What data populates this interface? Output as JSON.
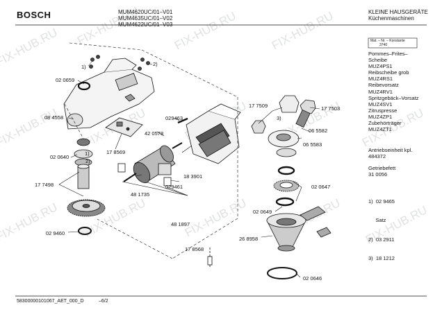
{
  "header": {
    "brand": "BOSCH",
    "models": [
      "MUM4620UC/01–V01",
      "MUM4635UC/01–V02",
      "MUM4622UC/01–V03"
    ],
    "category_line1": "KLEINE HAUSGERÄTE",
    "category_line2": "Küchenmaschinen"
  },
  "mat_box": {
    "line1": "Mat. – Nr. – Konstante",
    "line2": "3740"
  },
  "sidebar": {
    "accessories": [
      "Pommes–Frites–",
      "Scheibe",
      "MUZ4PS1",
      "Reibscheibe grob",
      "MUZ4RS1",
      "Reibevorsatz",
      "MUZ4RV1",
      "Spritzgebäck–Vorsatz",
      "MUZ4SV1",
      "Zitruspresse",
      "MUZ4ZP1",
      "Zubehörträger",
      "MUZ4ZT1"
    ],
    "drive_unit": [
      "Antriebseinheit kpl.",
      "484372"
    ],
    "gearbox": [
      "Getriebefett",
      "31 0056"
    ],
    "notes": [
      "1)  02 9465",
      "     Satz",
      "2)  03 2911",
      "3)  18 1212"
    ]
  },
  "labels": {
    "l020659": "02 0659",
    "l084558": "08 4558",
    "l020640": "02 0640",
    "l177498": "17 7498",
    "l029460": "02 9460",
    "l178569": "17 8569",
    "l042057": "42 0578",
    "l029463": "029463",
    "l183901": "18 3901",
    "l029461": "029461",
    "l481735": "48 1735",
    "l481897": "48 1897",
    "l178568": "17 8568",
    "l177509": "17 7509",
    "l177503": "17 7503",
    "l065582": "06 5582",
    "l065583": "06 5583",
    "l020647": "02 0647",
    "l020649": "02 0649",
    "l268958": "26 8958",
    "l020646": "02 0646",
    "n1a": "1)",
    "n2a": "2)",
    "n1b": "1)",
    "n2b": "2)",
    "n3": "3)"
  },
  "footer": {
    "doc_id": "58300000101067_AET_000_D",
    "page": "–6/2"
  },
  "watermark": "FIX-HUB.RU"
}
